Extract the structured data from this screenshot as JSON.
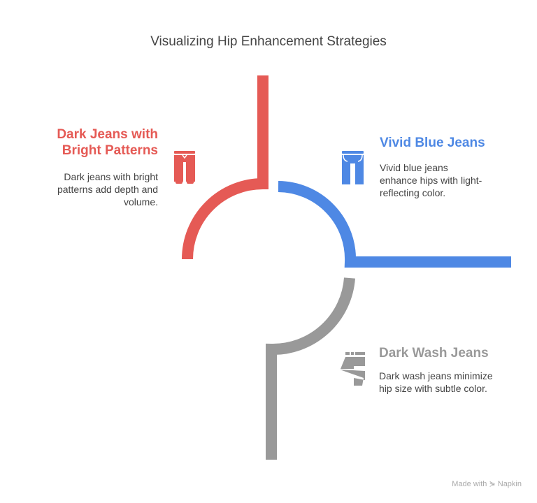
{
  "title": "Visualizing Hip Enhancement Strategies",
  "colors": {
    "red": "#e55a55",
    "blue": "#4e88e4",
    "gray": "#999999"
  },
  "items": [
    {
      "heading": "Dark Jeans with Bright Patterns",
      "heading_line1": "Dark Jeans with",
      "heading_line2": "Bright Patterns",
      "description": "Dark jeans with bright patterns add depth and volume.",
      "icon": "joggers-icon"
    },
    {
      "heading": "Vivid Blue Jeans",
      "description": "Vivid blue jeans enhance hips with light-reflecting color.",
      "icon": "jeans-icon"
    },
    {
      "heading": "Dark Wash Jeans",
      "description": "Dark wash jeans minimize hip size with subtle color.",
      "icon": "folded-jeans-icon"
    }
  ],
  "watermark": "Made with ⋟ Napkin"
}
